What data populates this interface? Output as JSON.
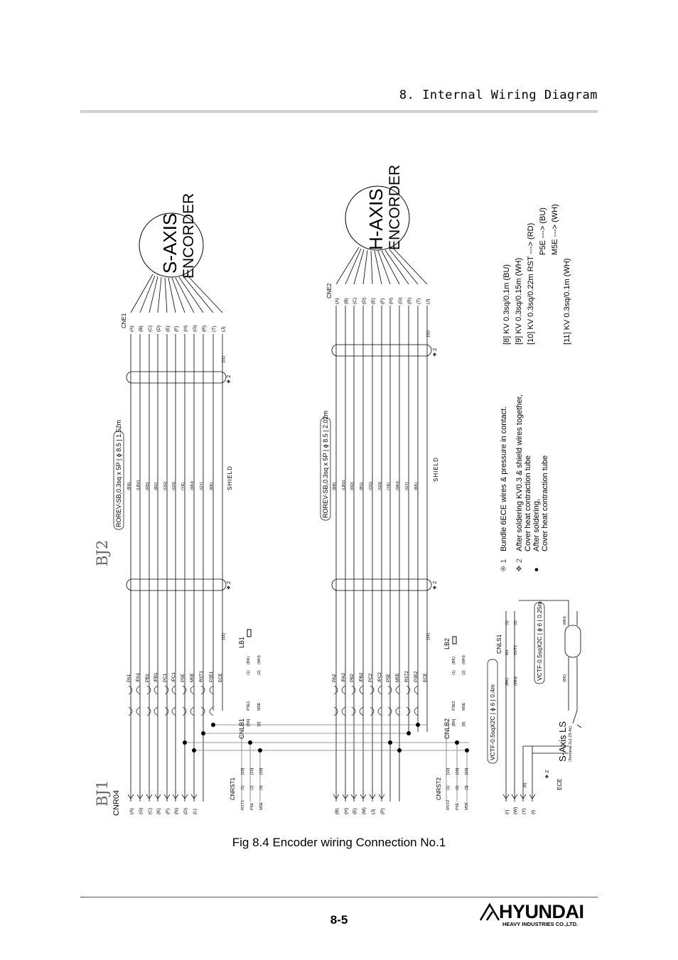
{
  "header": {
    "section_title": "8. Internal Wiring Diagram"
  },
  "diagram": {
    "bj1": "BJ1",
    "bj2": "BJ2",
    "cnr04": "CNR04",
    "s_axis": "S-AXIS",
    "h_axis": "H-AXIS",
    "encoder": "ENCORDER",
    "cne1": "CNE1",
    "cne2": "CNE2",
    "cable_s": "ROREV-SB,0.3sq x 5P | ϕ 8.5 | 1.52m",
    "cable_h": "ROREV-SB,0.3sq x 5P | ϕ 8.5 | 2.02m",
    "shield": "SHIELD",
    "cnlb1": "CNLB1",
    "cnlb2": "CNLB2",
    "lb1": "LB1",
    "lb2": "LB2",
    "cnrst1": "CNRST1",
    "cnrst2": "CNRST2",
    "cnls1": "CNLS1",
    "s_axis_ls": "S-Axis LS",
    "ls_terminal": "(Terminal 2x1.25-4s)",
    "vctf_a": "VCTF-0.5sqX2C | ϕ 6 | 0.4m",
    "vctf_b": "VCTF-0.5sqX2C | ϕ 6 | 0.25m",
    "ece": "ECE",
    "pins_s": [
      "(A)",
      "(B)",
      "(C)",
      "(D)",
      "(E)",
      "(F)",
      "(H)",
      "(G)",
      "(R)",
      "(T)",
      "(J)"
    ],
    "pins_left_s": [
      "(A)",
      "(G)",
      "(C)",
      "(K)",
      "(F)",
      "(N)",
      "(D)",
      "(L)"
    ],
    "pins_left_h": [
      "(B)",
      "(H)",
      "(E)",
      "(M)",
      "(J)",
      "(P)"
    ],
    "pins_ls": [
      "(r)",
      "(W)",
      "(Y)",
      "(t)"
    ],
    "signals_s": [
      "PA1",
      "/PA1",
      "PB1",
      "/PB1",
      "PC1",
      "/PC1",
      "P5E",
      "M5E",
      "RST1",
      "P3E1",
      "ECE"
    ],
    "signals_h": [
      "PA2",
      "/PA2",
      "PB2",
      "/PB2",
      "PC2",
      "/PC2",
      "P5E",
      "M5E",
      "RST2",
      "P3E2",
      "ECE"
    ],
    "colors_s": [
      "(BN)",
      "(LBU)",
      "(RD)",
      "(BU)",
      "(OG)",
      "(GN)",
      "(YE)",
      "(WH)",
      "(GY)",
      "(BK)"
    ],
    "colors_h": [
      "(BR)",
      "(LBU)",
      "(RD)",
      "(BU)",
      "(OG)",
      "(GN)",
      "(YE)",
      "(WH)",
      "(GY)",
      "(BK)"
    ],
    "lb_pins": [
      "(1)",
      "(BK)",
      "(2)",
      "(WH)"
    ],
    "cnlb_labels_1": [
      "P3E1",
      "M5E",
      "[BK]",
      "[9]"
    ],
    "cnlb_labels_2": [
      "P3E2",
      "M5E",
      "[BK]",
      "[9]"
    ],
    "cnrst_sig_1": [
      "RST1",
      "P5E",
      "M5E"
    ],
    "cnrst_sig_2": [
      "RST2",
      "P5E",
      "M5E"
    ],
    "cnrst_pins": [
      "(1)",
      "[10]",
      "(2)",
      "[10]",
      "(3)",
      "[10]"
    ],
    "cnls_sig": [
      "M1",
      "OVT1"
    ],
    "cnls_pins": [
      "(1)",
      "(2)"
    ],
    "vctf_colors": [
      "(BK)",
      "(WH)"
    ],
    "note_8": "[8]",
    "note_11": "[11]"
  },
  "notes": {
    "n1_mark": "※ 1",
    "n1_text": "Bundle 6ECE wires & pressure in contact.",
    "n2_mark": "❖ 2",
    "n2_text_a": "After soldering KV0.3 & shield wires together,",
    "n2_text_b": "Cover heat contraction tube",
    "n3_mark": "●",
    "n3_text_a": "After soldering,",
    "n3_text_b": "Cover heat contraction tube",
    "w8": "[8]   KV 0.3sq/0.1m (BU)",
    "w9": "[9]   KV 0.3sq/0.15m (WH)",
    "w10": "[10]  KV 0.3sq/0.22m   RST ---> (RD)",
    "w10b": "P5E ---> (BU)",
    "w10c": "M5E ---> (WH)",
    "w11": "[11]  KV 0.3sq/0.1m (WH)"
  },
  "caption": "Fig 8.4 Encoder wiring Connection No.1",
  "footer": {
    "page": "8-5",
    "brand": "HYUNDAI",
    "brand_sub": "HEAVY INDUSTRIES CO.,LTD."
  }
}
